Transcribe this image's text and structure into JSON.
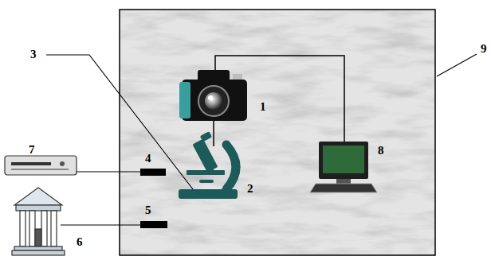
{
  "diagram": {
    "labels": [
      "3",
      "9",
      "1",
      "7",
      "4",
      "8",
      "2",
      "5",
      "6"
    ]
  }
}
